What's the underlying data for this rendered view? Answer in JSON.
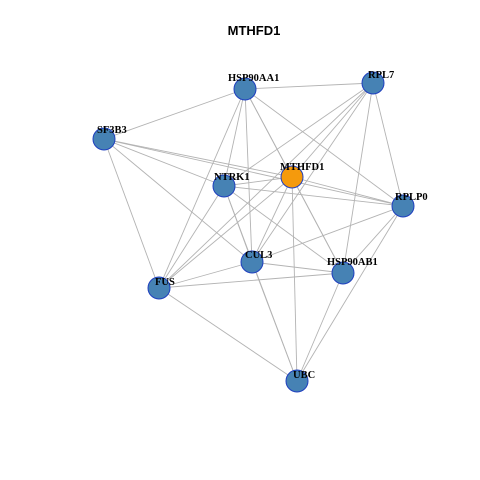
{
  "title": "MTHFD1",
  "colors": {
    "node_default": "#4682b4",
    "node_focus": "#f59a0c",
    "node_border": "#1f3fbf",
    "edge": "#b3b3b3"
  },
  "nodes": [
    {
      "id": "MTHFD1",
      "label": "MTHFD1",
      "focus": true
    },
    {
      "id": "HSP90AA1",
      "label": "HSP90AA1",
      "focus": false
    },
    {
      "id": "RPL7",
      "label": "RPL7",
      "focus": false
    },
    {
      "id": "SF3B3",
      "label": "SF3B3",
      "focus": false
    },
    {
      "id": "NTRK1",
      "label": "NTRK1",
      "focus": false
    },
    {
      "id": "RPLP0",
      "label": "RPLP0",
      "focus": false
    },
    {
      "id": "CUL3",
      "label": "CUL3",
      "focus": false
    },
    {
      "id": "HSP90AB1",
      "label": "HSP90AB1",
      "focus": false
    },
    {
      "id": "FUS",
      "label": "FUS",
      "focus": false
    },
    {
      "id": "UBC",
      "label": "UBC",
      "focus": false
    }
  ],
  "edges": [
    [
      "HSP90AA1",
      "RPL7"
    ],
    [
      "HSP90AA1",
      "SF3B3"
    ],
    [
      "HSP90AA1",
      "NTRK1"
    ],
    [
      "HSP90AA1",
      "MTHFD1"
    ],
    [
      "HSP90AA1",
      "RPLP0"
    ],
    [
      "HSP90AA1",
      "CUL3"
    ],
    [
      "HSP90AA1",
      "HSP90AB1"
    ],
    [
      "HSP90AA1",
      "FUS"
    ],
    [
      "RPL7",
      "NTRK1"
    ],
    [
      "RPL7",
      "MTHFD1"
    ],
    [
      "RPL7",
      "RPLP0"
    ],
    [
      "RPL7",
      "CUL3"
    ],
    [
      "RPL7",
      "HSP90AB1"
    ],
    [
      "RPL7",
      "FUS"
    ],
    [
      "SF3B3",
      "NTRK1"
    ],
    [
      "SF3B3",
      "MTHFD1"
    ],
    [
      "SF3B3",
      "RPLP0"
    ],
    [
      "SF3B3",
      "CUL3"
    ],
    [
      "SF3B3",
      "FUS"
    ],
    [
      "NTRK1",
      "MTHFD1"
    ],
    [
      "NTRK1",
      "RPLP0"
    ],
    [
      "NTRK1",
      "CUL3"
    ],
    [
      "NTRK1",
      "HSP90AB1"
    ],
    [
      "NTRK1",
      "FUS"
    ],
    [
      "NTRK1",
      "UBC"
    ],
    [
      "MTHFD1",
      "RPLP0"
    ],
    [
      "MTHFD1",
      "CUL3"
    ],
    [
      "MTHFD1",
      "HSP90AB1"
    ],
    [
      "MTHFD1",
      "FUS"
    ],
    [
      "MTHFD1",
      "UBC"
    ],
    [
      "RPLP0",
      "CUL3"
    ],
    [
      "RPLP0",
      "HSP90AB1"
    ],
    [
      "RPLP0",
      "UBC"
    ],
    [
      "CUL3",
      "HSP90AB1"
    ],
    [
      "CUL3",
      "FUS"
    ],
    [
      "CUL3",
      "UBC"
    ],
    [
      "HSP90AB1",
      "FUS"
    ],
    [
      "HSP90AB1",
      "UBC"
    ],
    [
      "FUS",
      "UBC"
    ]
  ]
}
